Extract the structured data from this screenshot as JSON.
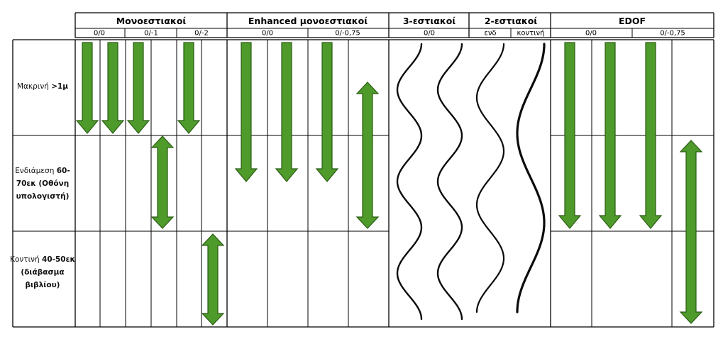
{
  "groups": [
    {
      "label": "Μονοεστιακοί"
    },
    {
      "label": "Enhanced μονοεστιακοί"
    },
    {
      "label": "3-εστιακοί"
    },
    {
      "label": "2-εστιακοί"
    },
    {
      "label": "EDOF"
    }
  ],
  "subheaders": [
    "0/0",
    "0/-1",
    "0/-2",
    "0/0",
    "0/-0,75",
    "0/0",
    "ενδ",
    "κοντινή",
    "0/0",
    "0/-0,75"
  ],
  "rows": [
    {
      "label_plain": "Μακρινή ",
      "label_bold": ">1μ"
    },
    {
      "label_plain": "Ενδιάμεση ",
      "label_bold": "60-70εκ (Οθόνη υπολογιστή)"
    },
    {
      "label_plain": "Κοντινή ",
      "label_bold": "40-50εκ (διάβασμα βιβλίου)"
    }
  ],
  "colors": {
    "arrow_fill": "#4e9a2a",
    "arrow_stroke": "#2a5c14",
    "grid": "#000000"
  },
  "icons": [
    "down-arrow-icon",
    "double-arrow-icon",
    "wave-curve-icon"
  ]
}
